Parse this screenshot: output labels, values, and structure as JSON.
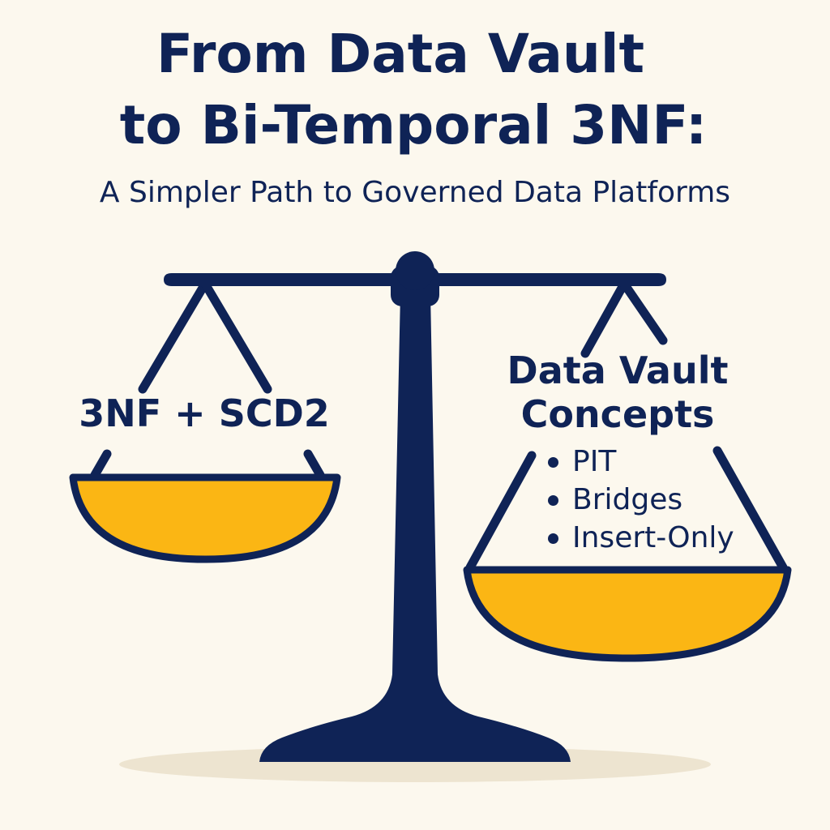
{
  "title": {
    "line1": "From Data Vault",
    "line2": "to Bi-Temporal 3NF:"
  },
  "subtitle": "A Simpler Path to Governed Data Platforms",
  "scale": {
    "left_pan": {
      "label": "3NF + SCD2"
    },
    "right_pan": {
      "heading_line1": "Data Vault",
      "heading_line2": "Concepts",
      "items": [
        "PIT",
        "Bridges",
        "Insert-Only"
      ]
    }
  },
  "colors": {
    "background": "#FCF8EE",
    "navy": "#0F2356",
    "gold": "#FBB614",
    "shadow": "#EDE4D0"
  }
}
